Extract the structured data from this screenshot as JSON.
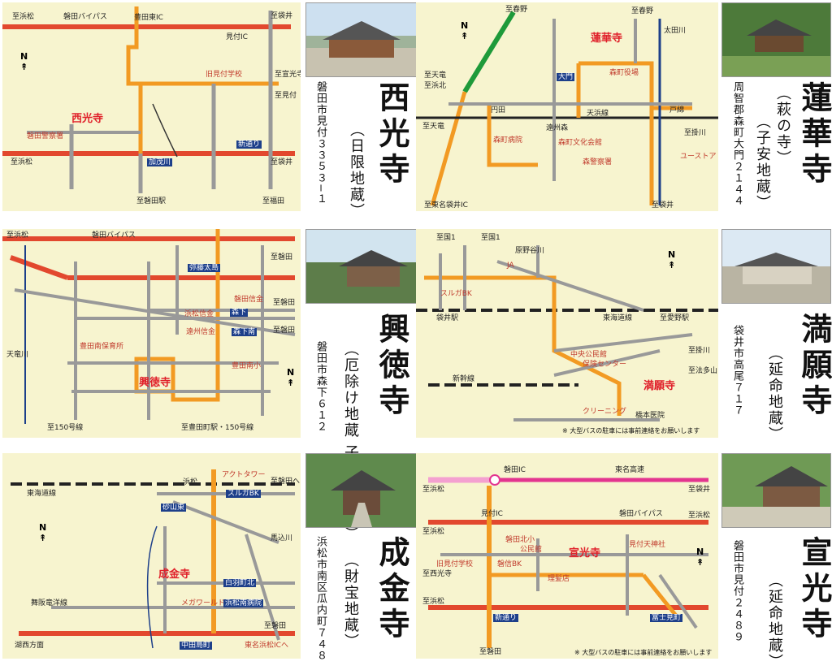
{
  "temples": [
    {
      "name": "西光寺",
      "jizo": "（日限地蔵）",
      "address": "磐田市見付３３５３−１",
      "map_labels": [
        "至浜松",
        "磐田バイパス",
        "豊田東IC",
        "至袋井",
        "見付IC",
        "旧見付学校",
        "至宣光寺",
        "至見付",
        "西光寺",
        "磐田警察署",
        "新通り",
        "至浜松",
        "加茂川",
        "至袋井",
        "至磐田駅",
        "至福田"
      ]
    },
    {
      "name": "蓮華寺",
      "sub1": "（萩の寺）",
      "jizo": "（子安地蔵）",
      "address": "周智郡森町大門２１４４",
      "map_labels": [
        "至春野",
        "至春野",
        "太田川",
        "蓮華寺",
        "至天竜",
        "至浜北",
        "大門",
        "森町役場",
        "円田",
        "天浜線",
        "戸綿",
        "至掛川",
        "至天竜",
        "遠州森",
        "森町病院",
        "森町文化会館",
        "森警察署",
        "ユーストア",
        "至東名袋井IC",
        "至袋井"
      ]
    },
    {
      "name": "興徳寺",
      "jizo": "（厄除け地蔵 子育て地蔵）",
      "address": "磐田市森下６１２",
      "map_labels": [
        "至浜松",
        "磐田バイパス",
        "至磐田",
        "弥藤太島",
        "磐田信金",
        "至磐田",
        "浜松信金",
        "森下",
        "遠州信金",
        "森下南",
        "至磐田",
        "豊田南保育所",
        "豊田南小",
        "天竜川",
        "興徳寺",
        "至150号線",
        "至豊田町駅・150号線"
      ]
    },
    {
      "name": "満願寺",
      "jizo": "（延命地蔵）",
      "address": "袋井市高尾７１７",
      "map_labels": [
        "至国1",
        "至国1",
        "原野谷川",
        "JA",
        "スルガBK",
        "袋井駅",
        "東海道線",
        "至愛野駅",
        "至掛川",
        "中央公民館",
        "保険センター",
        "至法多山",
        "新幹線",
        "満願寺",
        "クリーニング",
        "橋本医院"
      ],
      "note": "※ 大型バスの駐車には事前連絡をお願いします"
    },
    {
      "name": "成金寺",
      "jizo": "（財宝地蔵）",
      "address": "浜松市南区瓜内町７４８",
      "map_labels": [
        "浜松",
        "アクトタワー",
        "至磐田へ",
        "東海道線",
        "スルガBK",
        "砂山東",
        "馬込川",
        "成金寺",
        "白羽町北",
        "メガワールド",
        "浜松南病院",
        "舞阪竜洋線",
        "中田島町",
        "至磐田",
        "湖西方面",
        "東名浜松ICへ"
      ]
    },
    {
      "name": "宣光寺",
      "jizo": "（延命地蔵）",
      "address": "磐田市見付２４８９",
      "map_labels": [
        "磐田IC",
        "東名高速",
        "至浜松",
        "至袋井",
        "至浜松",
        "見付IC",
        "磐田バイパス",
        "至浜松",
        "磐田北小",
        "公民館",
        "宣光寺",
        "見付天神社",
        "旧見付学校",
        "磐信BK",
        "理髪店",
        "至西光寺",
        "至浜松",
        "新通り",
        "富士見町",
        "至磐田"
      ],
      "note": "※ 大型バスの駐車には事前連絡をお願いします"
    }
  ],
  "common": {
    "north": "N"
  }
}
